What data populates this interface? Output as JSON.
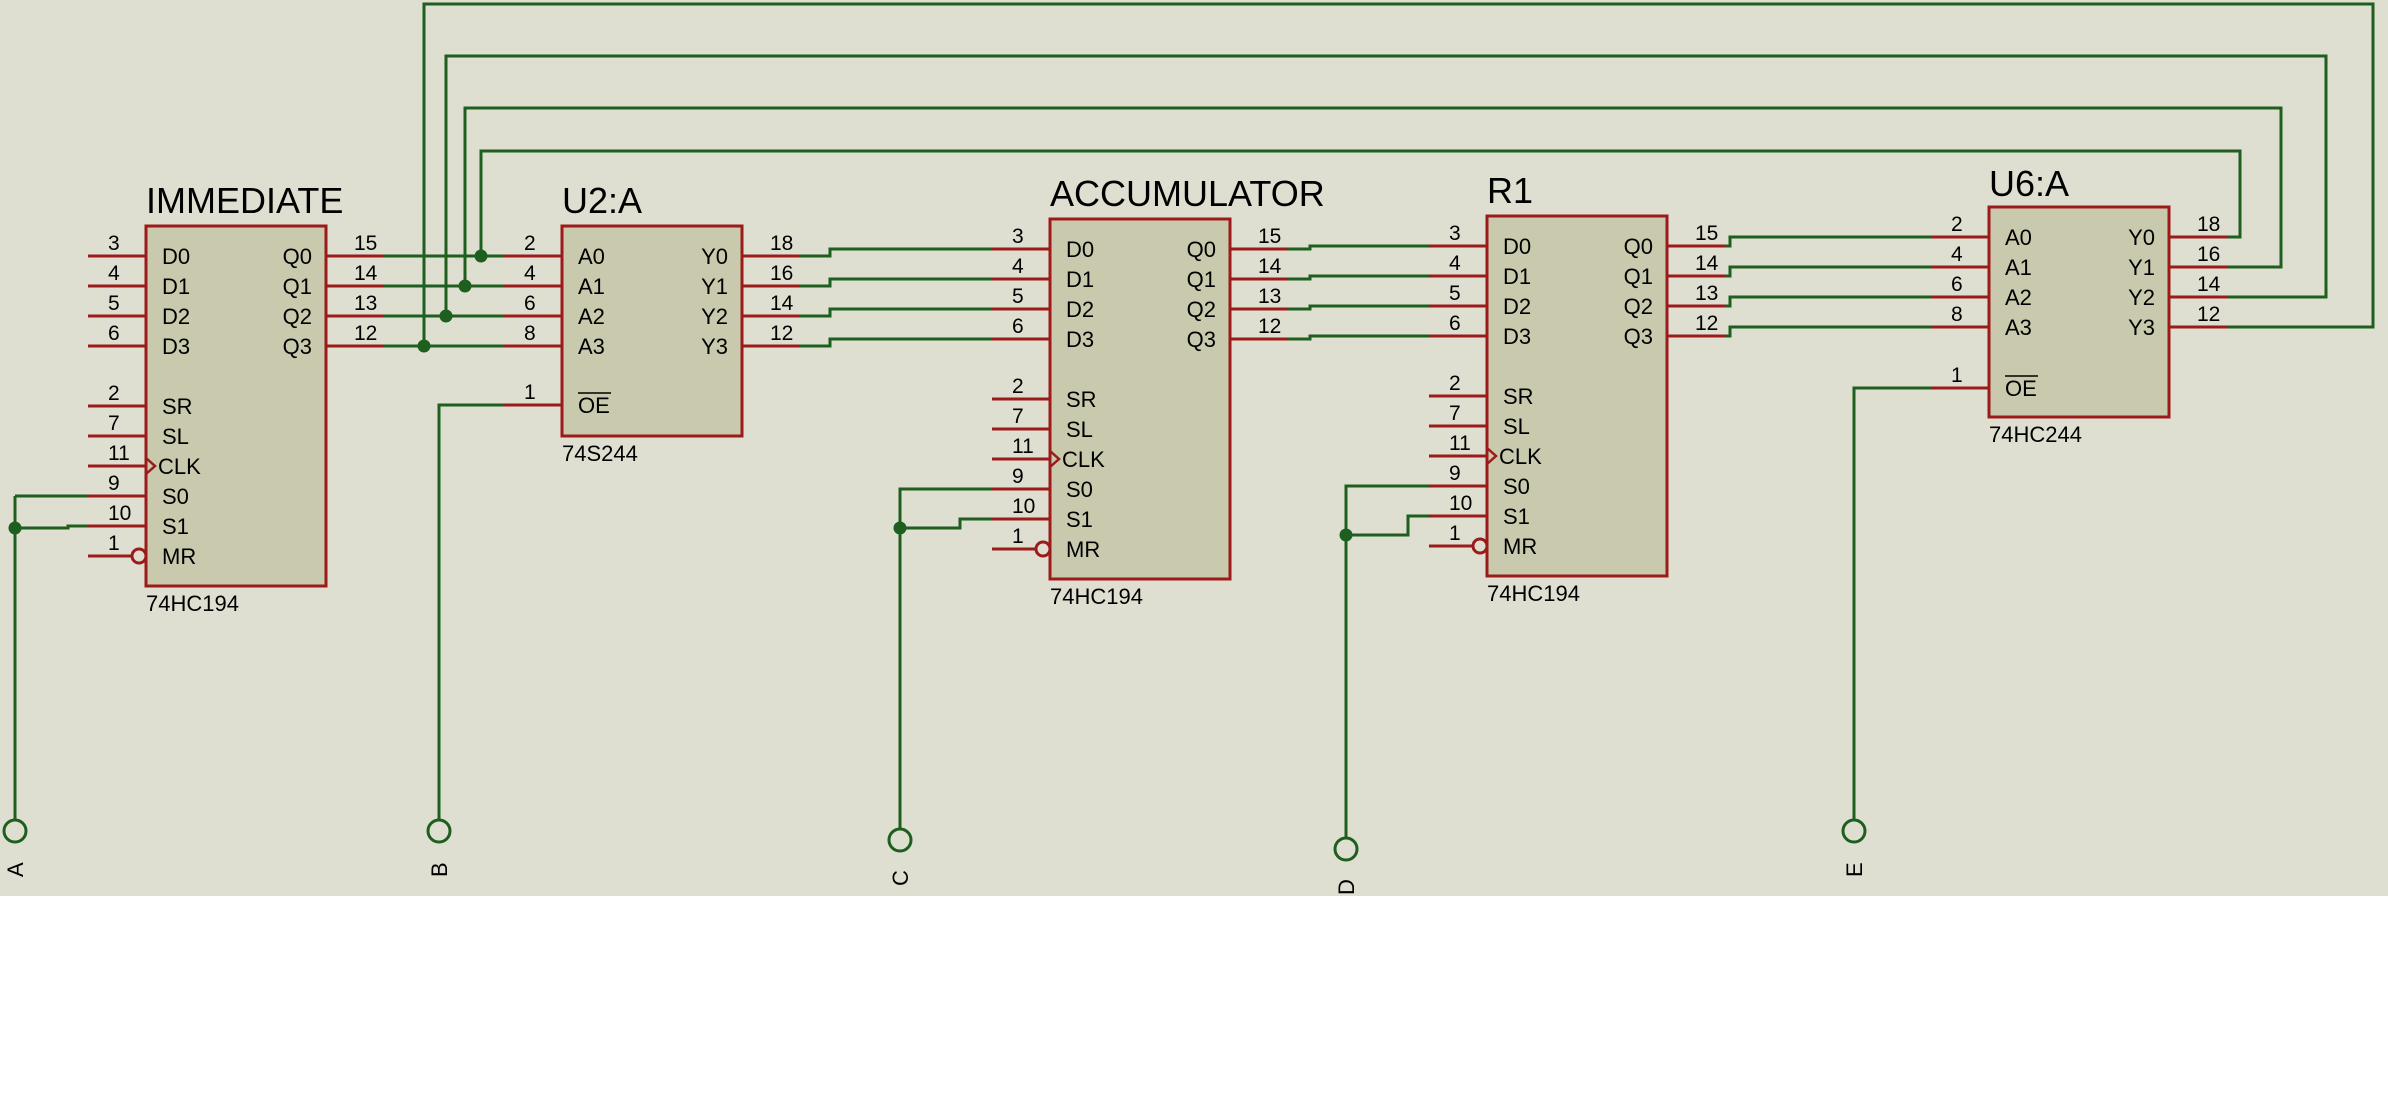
{
  "colors": {
    "sheet": "#dfdfd1",
    "page": "#ffffff",
    "wire": "#1e5e1e",
    "pin": "#9b1a1a",
    "body_fill": "#c9c9ad",
    "body_stroke": "#9b1a1a"
  },
  "components": [
    {
      "name": "IMMEDIATE",
      "type": "74HC194",
      "pins_left": [
        {
          "label": "D0",
          "num": "3"
        },
        {
          "label": "D1",
          "num": "4"
        },
        {
          "label": "D2",
          "num": "5"
        },
        {
          "label": "D3",
          "num": "6"
        },
        {
          "label": "SR",
          "num": "2"
        },
        {
          "label": "SL",
          "num": "7"
        },
        {
          "label": "CLK",
          "num": "11"
        },
        {
          "label": "S0",
          "num": "9"
        },
        {
          "label": "S1",
          "num": "10"
        },
        {
          "label": "MR",
          "num": "1"
        }
      ],
      "pins_right": [
        {
          "label": "Q0",
          "num": "15"
        },
        {
          "label": "Q1",
          "num": "14"
        },
        {
          "label": "Q2",
          "num": "13"
        },
        {
          "label": "Q3",
          "num": "12"
        }
      ]
    },
    {
      "name": "U2:A",
      "type": "74S244",
      "pins_left": [
        {
          "label": "A0",
          "num": "2"
        },
        {
          "label": "A1",
          "num": "4"
        },
        {
          "label": "A2",
          "num": "6"
        },
        {
          "label": "A3",
          "num": "8"
        },
        {
          "label": "OE",
          "num": "1"
        }
      ],
      "pins_right": [
        {
          "label": "Y0",
          "num": "18"
        },
        {
          "label": "Y1",
          "num": "16"
        },
        {
          "label": "Y2",
          "num": "14"
        },
        {
          "label": "Y3",
          "num": "12"
        }
      ]
    },
    {
      "name": "ACCUMULATOR",
      "type": "74HC194",
      "pins_left": [
        {
          "label": "D0",
          "num": "3"
        },
        {
          "label": "D1",
          "num": "4"
        },
        {
          "label": "D2",
          "num": "5"
        },
        {
          "label": "D3",
          "num": "6"
        },
        {
          "label": "SR",
          "num": "2"
        },
        {
          "label": "SL",
          "num": "7"
        },
        {
          "label": "CLK",
          "num": "11"
        },
        {
          "label": "S0",
          "num": "9"
        },
        {
          "label": "S1",
          "num": "10"
        },
        {
          "label": "MR",
          "num": "1"
        }
      ],
      "pins_right": [
        {
          "label": "Q0",
          "num": "15"
        },
        {
          "label": "Q1",
          "num": "14"
        },
        {
          "label": "Q2",
          "num": "13"
        },
        {
          "label": "Q3",
          "num": "12"
        }
      ]
    },
    {
      "name": "R1",
      "type": "74HC194",
      "pins_left": [
        {
          "label": "D0",
          "num": "3"
        },
        {
          "label": "D1",
          "num": "4"
        },
        {
          "label": "D2",
          "num": "5"
        },
        {
          "label": "D3",
          "num": "6"
        },
        {
          "label": "SR",
          "num": "2"
        },
        {
          "label": "SL",
          "num": "7"
        },
        {
          "label": "CLK",
          "num": "11"
        },
        {
          "label": "S0",
          "num": "9"
        },
        {
          "label": "S1",
          "num": "10"
        },
        {
          "label": "MR",
          "num": "1"
        }
      ],
      "pins_right": [
        {
          "label": "Q0",
          "num": "15"
        },
        {
          "label": "Q1",
          "num": "14"
        },
        {
          "label": "Q2",
          "num": "13"
        },
        {
          "label": "Q3",
          "num": "12"
        }
      ]
    },
    {
      "name": "U6:A",
      "type": "74HC244",
      "pins_left": [
        {
          "label": "A0",
          "num": "2"
        },
        {
          "label": "A1",
          "num": "4"
        },
        {
          "label": "A2",
          "num": "6"
        },
        {
          "label": "A3",
          "num": "8"
        },
        {
          "label": "OE",
          "num": "1"
        }
      ],
      "pins_right": [
        {
          "label": "Y0",
          "num": "18"
        },
        {
          "label": "Y1",
          "num": "16"
        },
        {
          "label": "Y2",
          "num": "14"
        },
        {
          "label": "Y3",
          "num": "12"
        }
      ]
    }
  ],
  "terminals": [
    "A",
    "B",
    "C",
    "D",
    "E"
  ]
}
